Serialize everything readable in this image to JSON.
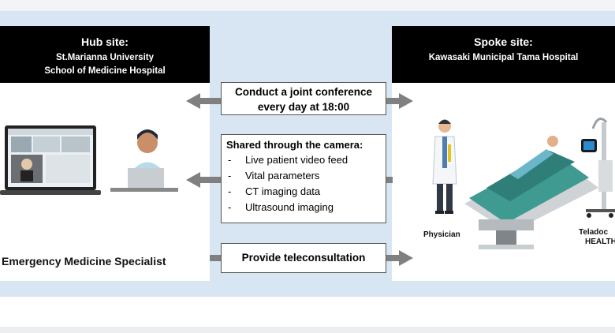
{
  "hub": {
    "title": "Hub site:",
    "line1": "St.Marianna University",
    "line2": "School of Medicine Hospital",
    "role": "Emergency Medicine Specialist"
  },
  "spoke": {
    "title": "Spoke site:",
    "line1": "Kawasaki Municipal Tama Hospital",
    "physician_label": "Physician",
    "device_label_1": "Teladoc",
    "device_label_2": "HEALTH"
  },
  "conference": {
    "line1": "Conduct a joint conference",
    "line2": "every day at 18:00"
  },
  "shared": {
    "heading": "Shared through the camera:",
    "items": [
      "Live patient video feed",
      "Vital parameters",
      "CT imaging data",
      "Ultrasound imaging"
    ]
  },
  "teleconsult": {
    "label": "Provide teleconsultation"
  },
  "colors": {
    "band": "#d7e6f2",
    "header": "#000000",
    "arrow": "#808080",
    "bed": "#3f9a92"
  }
}
